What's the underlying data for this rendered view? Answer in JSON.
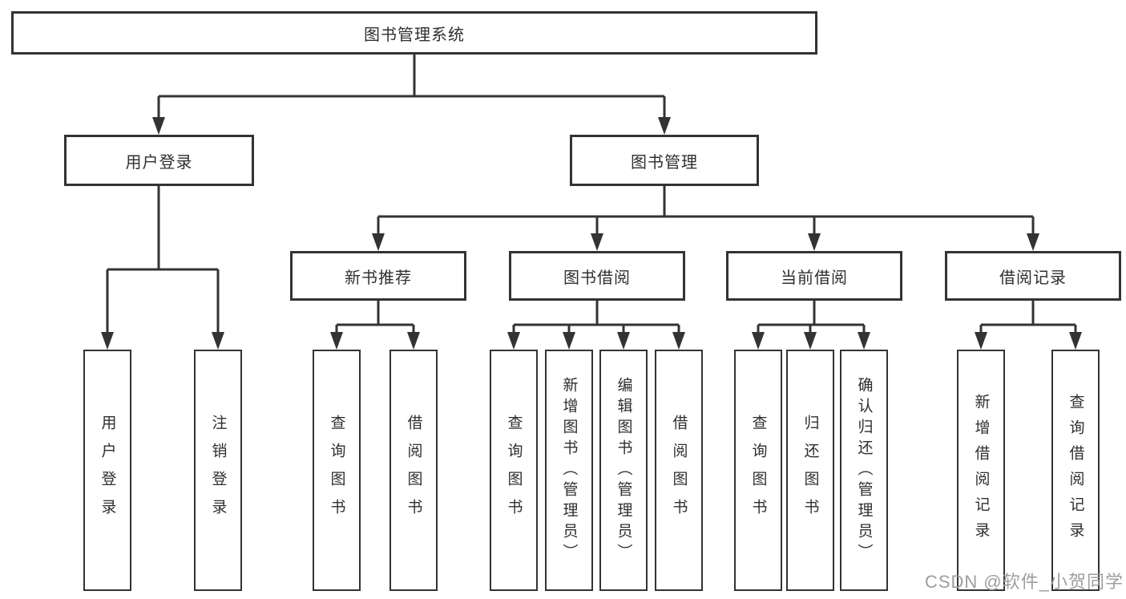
{
  "diagram": {
    "type": "hierarchy-diagram",
    "root": {
      "label": "图书管理系统"
    },
    "level2": [
      {
        "id": "user-login",
        "label": "用户登录"
      },
      {
        "id": "book-management",
        "label": "图书管理"
      }
    ],
    "level3": [
      {
        "id": "new-book-recommend",
        "label": "新书推荐"
      },
      {
        "id": "book-borrow",
        "label": "图书借阅"
      },
      {
        "id": "current-borrow",
        "label": "当前借阅"
      },
      {
        "id": "borrow-records",
        "label": "借阅记录"
      }
    ],
    "leaves": {
      "user_login": [
        {
          "label": "用户登录"
        },
        {
          "label": "注销登录"
        }
      ],
      "new_book": [
        {
          "label": "查询图书"
        },
        {
          "label": "借阅图书"
        }
      ],
      "book_borrow": [
        {
          "label": "查询图书"
        },
        {
          "label": "新增图书（管理员）"
        },
        {
          "label": "编辑图书（管理员）"
        },
        {
          "label": "借阅图书"
        }
      ],
      "current_borrow": [
        {
          "label": "查询图书"
        },
        {
          "label": "归还图书"
        },
        {
          "label": "确认归还（管理员）"
        }
      ],
      "records": [
        {
          "label": "新增借阅记录"
        },
        {
          "label": "查询借阅记录"
        }
      ]
    },
    "watermark": "CSDN @软件_小贺同学",
    "colors": {
      "line": "#333333",
      "text": "#2f2f2f",
      "background": "#ffffff",
      "watermark": "#9e9e9e"
    }
  }
}
